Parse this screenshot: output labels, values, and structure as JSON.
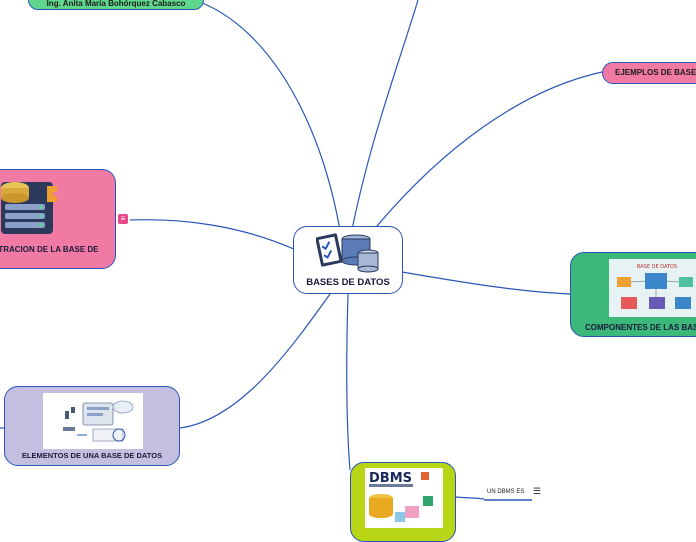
{
  "central": {
    "title": "BASES DE DATOS"
  },
  "nodes": {
    "admin": {
      "label": "STRACION DE LA BASE DE",
      "color": "#f07aa4"
    },
    "elementos": {
      "label": "ELEMENTOS  DE UNA BASE DE DATOS",
      "color": "#c4bfe0"
    },
    "componentes": {
      "label": "COMPONENTES DE LAS BASES",
      "color": "#3cb97a"
    },
    "dbms": {
      "label": "DBMS",
      "color": "#b9d616"
    },
    "ejemplos": {
      "label": "EJEMPLOS DE BASES",
      "color": "#f07aa4"
    },
    "author": {
      "label": "Ing. Anita María Bohórquez Cabasco",
      "color": "#5fd88e"
    }
  },
  "dbms_note": {
    "label": "UN DBMS ES",
    "icon": "hamburger-menu-icon"
  },
  "notes_icon": "notes-icon",
  "colors": {
    "line": "#2a55b8",
    "accent": "#2a55b8"
  }
}
